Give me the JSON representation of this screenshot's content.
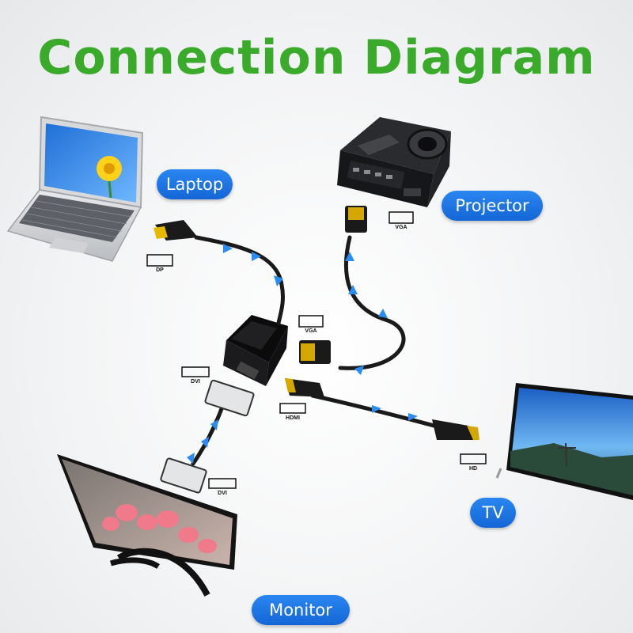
{
  "title": "Connection Diagram",
  "devices": {
    "laptop": "Laptop",
    "projector": "Projector",
    "tv": "TV",
    "monitor": "Monitor"
  },
  "ports": {
    "dp": "DP",
    "vga_projector": "VGA",
    "vga_adapter": "VGA",
    "dvi_adapter": "DVI",
    "hdmi_adapter": "HDMI",
    "dvi_monitor": "DVI",
    "hd_tv": "HD"
  },
  "colors": {
    "title": "#3aaa2a",
    "pill": "#1a74e2",
    "arrow": "#2a8cf0",
    "cable": "#1a1a1a"
  }
}
